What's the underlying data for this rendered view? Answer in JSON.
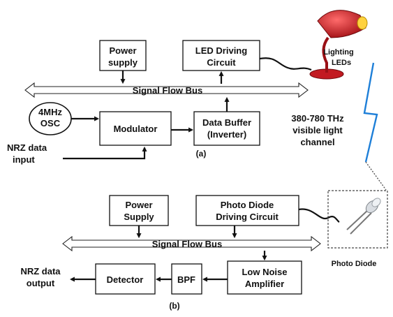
{
  "transmitter": {
    "power_supply": [
      "Power",
      "supply"
    ],
    "led_driving_circuit": [
      "LED Driving",
      "Circuit"
    ],
    "bus_label": "Signal Flow Bus",
    "oscillator": [
      "4MHz",
      "OSC"
    ],
    "modulator": "Modulator",
    "data_buffer": [
      "Data Buffer",
      "(Inverter)"
    ],
    "input_label": [
      "NRZ data",
      "input"
    ],
    "caption": "(a)"
  },
  "channel": {
    "lamp_label": [
      "Lighting",
      "LEDs"
    ],
    "description": [
      "380-780 THz",
      "visible light",
      "channel"
    ]
  },
  "receiver": {
    "power_supply": [
      "Power",
      "Supply"
    ],
    "photo_diode_driving_circuit": [
      "Photo Diode",
      "Driving Circuit"
    ],
    "bus_label": "Signal Flow Bus",
    "low_noise_amplifier": [
      "Low Noise",
      "Amplifier"
    ],
    "bpf": "BPF",
    "detector": "Detector",
    "output_label": [
      "NRZ data",
      "output"
    ],
    "photo_diode_label": "Photo Diode",
    "caption": "(b)"
  },
  "colors": {
    "lamp_red": "#d81f26",
    "lightning_blue": "#1e7fd8"
  }
}
